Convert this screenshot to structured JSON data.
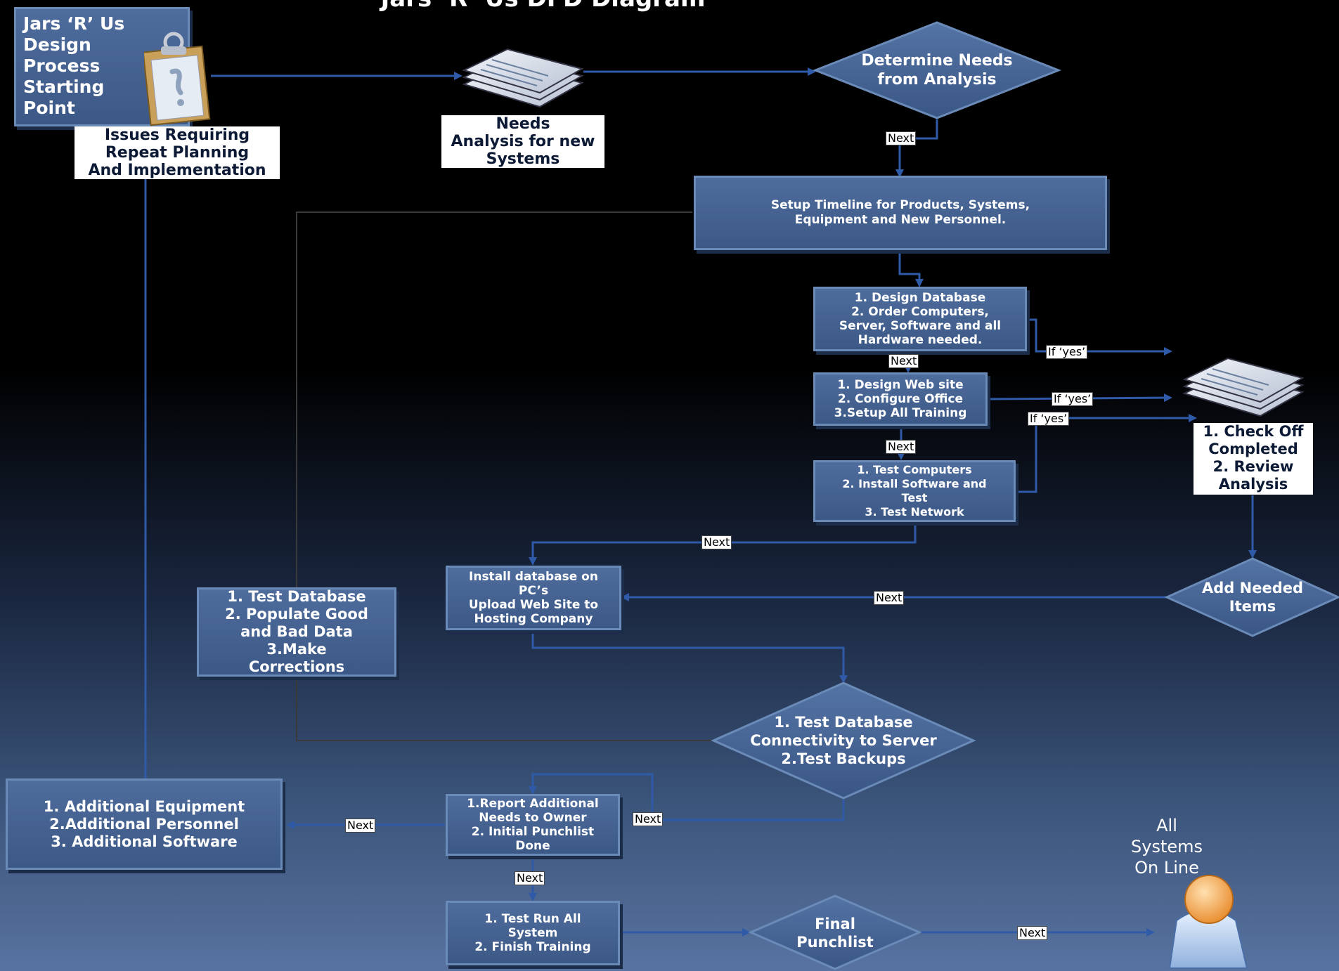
{
  "title": "Jars ‘R’ Us DFD Diagram",
  "nodes": {
    "start": "Jars ‘R’ Us\nDesign\nProcess\nStarting\nPoint",
    "issues": "Issues Requiring\nRepeat Planning\nAnd Implementation",
    "needs_doc": "Needs\nAnalysis for new\nSystems",
    "determine": "Determine Needs\nfrom Analysis",
    "timeline": "Setup Timeline for Products, Systems,\nEquipment and New Personnel.",
    "design_db": "1. Design Database\n2. Order Computers,\nServer, Software and all\nHardware needed.",
    "design_web": "1. Design Web site\n2. Configure Office\n3.Setup All Training",
    "test_computers": "1. Test Computers\n2. Install Software and\nTest\n3. Test Network",
    "check_off": "1. Check Off\nCompleted\n2. Review\nAnalysis",
    "add_needed": "Add Needed\nItems",
    "install_db": "Install database on\nPC’s\nUpload Web Site to\nHosting Company",
    "test_db": "1. Test Database\n2. Populate Good\nand Bad Data\n3.Make\nCorrections",
    "test_connectivity": "1. Test Database\nConnectivity to Server\n2.Test Backups",
    "additional": "1.  Additional Equipment\n2.Additional Personnel\n3. Additional Software",
    "report": "1.Report Additional\nNeeds to Owner\n2. Initial Punchlist\nDone",
    "test_run": "1. Test Run All\nSystem\n2. Finish Training",
    "final_punchlist": "Final\nPunchlist",
    "all_systems": "All\nSystems\nOn Line"
  },
  "edge_labels": {
    "next": "Next",
    "if_yes": "If ‘yes’"
  },
  "icons": [
    "clipboard-icon",
    "documents-icon",
    "user-icon"
  ],
  "colors": {
    "box_fill": "#4a6898",
    "box_border": "#6a8ab8",
    "line": "#2f4f8a",
    "background_bottom": "#5873a0"
  }
}
